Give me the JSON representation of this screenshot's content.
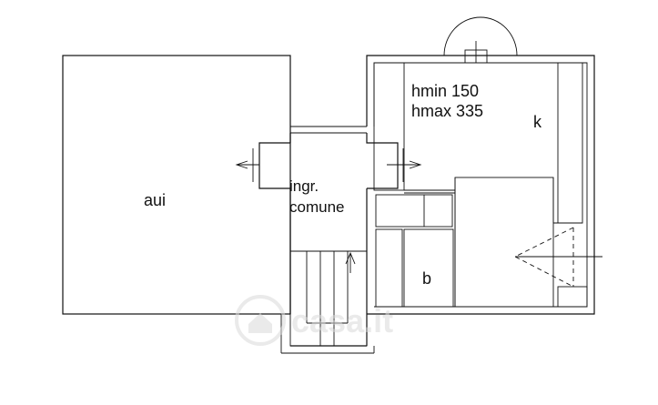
{
  "rooms": {
    "aui": "aui",
    "ingr_line1": "ingr.",
    "ingr_line2": "comune",
    "hmin": "hmin 150",
    "hmax": "hmax 335",
    "k": "k",
    "b": "b"
  },
  "watermark": {
    "brand": "casa.it"
  },
  "colors": {
    "line": "#111111",
    "background": "#ffffff",
    "watermark": "#d9d9d9"
  }
}
